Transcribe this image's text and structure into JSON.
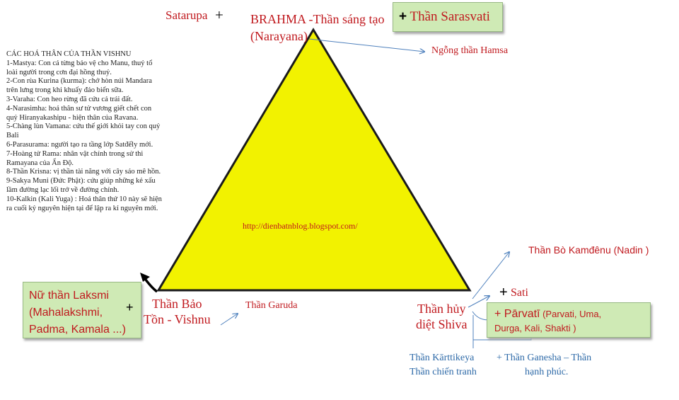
{
  "top": {
    "satarupa": "Satarupa",
    "satarupa_plus": "+",
    "brahma_line1": "BRAHMA -Thần sáng tạo",
    "brahma_line2": "(Narayana)",
    "sarasvati_plus": "+",
    "sarasvati": " Thần Sarasvati",
    "hamsa": "Ngỗng thần Hamsa"
  },
  "vishnu_avatars": {
    "heading": "CÁC HOÁ THÂN CỦA THẦN VISHNU",
    "items": [
      "1-Mastya: Con cá từng bảo vệ cho Manu, thuỷ tổ loài người trong cơn đại hồng thuỷ.",
      "2-Con rùa Kurina (kurma): chở hòn núi Mandara trên lưng trong khi khuấy đảo biển sữa.",
      "3-Varaha: Con heo rừng đã cứu cả trái đất.",
      "4-Narasimha: hoá thân sư tử vương giết chết con quỷ Hiranyakashipu - hiện thân của Ravana.",
      "5-Chàng lùn Vamana: cứu thế giới khỏi tay con quỷ Bali",
      "6-Parasurama: người tạo ra tầng lớp Satđếly mới.",
      "7-Hoàng tử Rama: nhân vật chính trong sử thi Ramayana của Ấn Độ.",
      "8-Thần Krisna: vị thần tài năng với cây sáo mê hồn.",
      "9-Sakya Muni (Đức Phật): cứu giúp những kẻ xấu lầm đường lạc lối trở về đường chính.",
      "10-Kalkin (Kali Yuga) : Hoá thân thứ 10 này sẽ hiện ra cuối kỷ nguyên hiện tại để lập ra kỉ nguyên mới."
    ]
  },
  "center_url": "http://dienbatnblog.blogspot.com/",
  "left": {
    "laksmi_line1": "Nữ thần Laksmi",
    "laksmi_line2": "(Mahalakshmi,",
    "laksmi_line3": "Padma, Kamala ...)",
    "laksmi_plus": "+",
    "vishnu_line1": "Thần Bảo",
    "vishnu_line2": "Tồn - Vishnu",
    "garuda": "Thần Garuda"
  },
  "right": {
    "shiva_line1": "Thần hủy",
    "shiva_line2": "diệt Shiva",
    "kamadhenu": "Thần Bò Kamđênu (Nadin )",
    "sati_plus": "+",
    "sati": " Sati",
    "parvati_prefix": "+ Pārvatī",
    "parvati_rest": " (Parvati, Uma,",
    "parvati_line2": "Durga, Kali, Shakti )",
    "karttikeya_line1": "Thần Kārttikeya",
    "karttikeya_line2": "Thần chiến tranh",
    "ganesha_line1": "+ Thần Ganesha – Thần",
    "ganesha_line2": "hạnh phúc."
  },
  "colors": {
    "triangle_fill": "#f2f200",
    "triangle_stroke": "#1a1a1a",
    "box_fill": "#cfeab5",
    "red_text": "#c0191e",
    "blue_text": "#2e6aa8",
    "arrow": "#4f81bd"
  }
}
